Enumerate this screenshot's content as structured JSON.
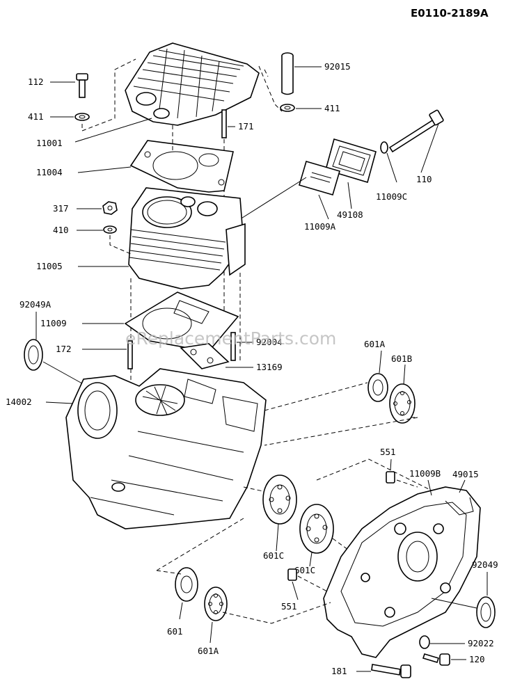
{
  "diagram_code": "E0110-2189A",
  "watermark": "eReplacementParts.com",
  "part_labels": {
    "p112": "112",
    "p411a": "411",
    "p11001": "11001",
    "p92015": "92015",
    "p411b": "411",
    "p171": "171",
    "p110": "110",
    "p11009c": "11009C",
    "p49108": "49108",
    "p11009a": "11009A",
    "p11004": "11004",
    "p317": "317",
    "p410": "410",
    "p11005": "11005",
    "p92049a": "92049A",
    "p11009": "11009",
    "p172": "172",
    "p92004": "92004",
    "p13169": "13169",
    "p601a_top": "601A",
    "p601b": "601B",
    "p14002": "14002",
    "p551_top": "551",
    "p11009b": "11009B",
    "p49015": "49015",
    "p601c_a": "601C",
    "p601c_b": "601C",
    "p551_bottom": "551",
    "p92049": "92049",
    "p601": "601",
    "p601a_bottom": "601A",
    "p92022": "92022",
    "p120": "120",
    "p181": "181"
  }
}
